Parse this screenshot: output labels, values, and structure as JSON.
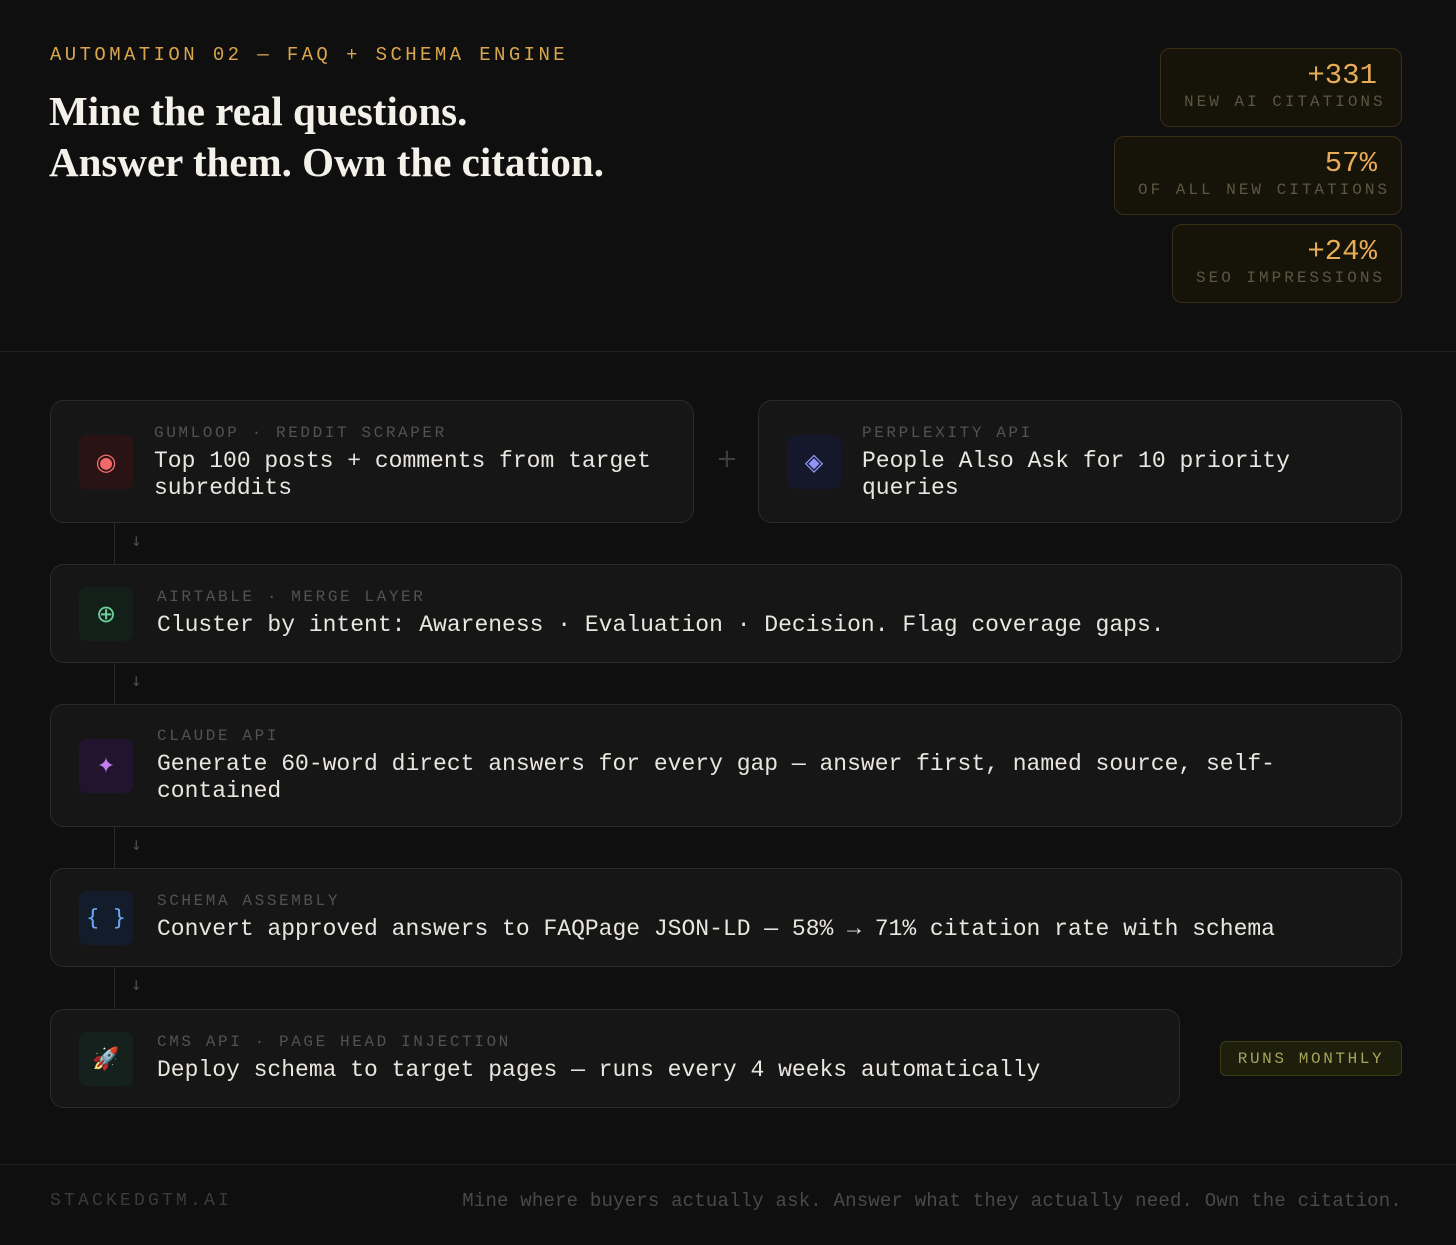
{
  "header": {
    "eyebrow": "AUTOMATION 02 — FAQ + SCHEMA ENGINE",
    "headline_line1": "Mine the real questions.",
    "headline_line2": "Answer them. Own the citation."
  },
  "stats": [
    {
      "value": "+331",
      "label": "NEW AI CITATIONS"
    },
    {
      "value": "57%",
      "label": "OF ALL NEW CITATIONS"
    },
    {
      "value": "+24%",
      "label": "SEO IMPRESSIONS"
    }
  ],
  "steps": {
    "gumloop": {
      "kicker": "GUMLOOP · REDDIT SCRAPER",
      "body": "Top 100 posts + comments from target subreddits",
      "icon": "◉",
      "icon_name": "target-icon",
      "icon_color": "#f06a6a",
      "icon_bg": "#2a1315"
    },
    "perplexity": {
      "kicker": "PERPLEXITY API",
      "body": "People Also Ask for 10 priority queries",
      "icon": "◈",
      "icon_name": "diamond-icon",
      "icon_color": "#8f96f5",
      "icon_bg": "#15172b"
    },
    "airtable": {
      "kicker": "AIRTABLE · MERGE LAYER",
      "body": "Cluster by intent: Awareness · Evaluation · Decision. Flag coverage gaps.",
      "icon": "⊕",
      "icon_name": "merge-icon",
      "icon_color": "#6dd49a",
      "icon_bg": "#13201a"
    },
    "claude": {
      "kicker": "CLAUDE API",
      "body": "Generate 60-word direct answers for every gap — answer first, named source, self-contained",
      "icon": "✦",
      "icon_name": "sparkle-icon",
      "icon_color": "#c27ef0",
      "icon_bg": "#22142e"
    },
    "schema": {
      "kicker": "SCHEMA ASSEMBLY",
      "body": "Convert approved answers to FAQPage JSON-LD — 58% → 71% citation rate with schema",
      "icon": "{ }",
      "icon_name": "code-braces-icon",
      "icon_color": "#6aa6f2",
      "icon_bg": "#131c2b"
    },
    "cms": {
      "kicker": "CMS API · PAGE HEAD INJECTION",
      "body": "Deploy schema to target pages — runs every 4 weeks automatically",
      "icon": "🚀",
      "icon_name": "rocket-icon",
      "icon_color": "#e07a5a",
      "icon_bg": "#14211d"
    }
  },
  "connectors": {
    "arrow": "↓",
    "plus": "+"
  },
  "badge": {
    "label": "RUNS MONTHLY"
  },
  "footer": {
    "brand": "STACKEDGTM.AI",
    "tagline": "Mine where buyers actually ask. Answer what they actually need. Own the citation."
  }
}
